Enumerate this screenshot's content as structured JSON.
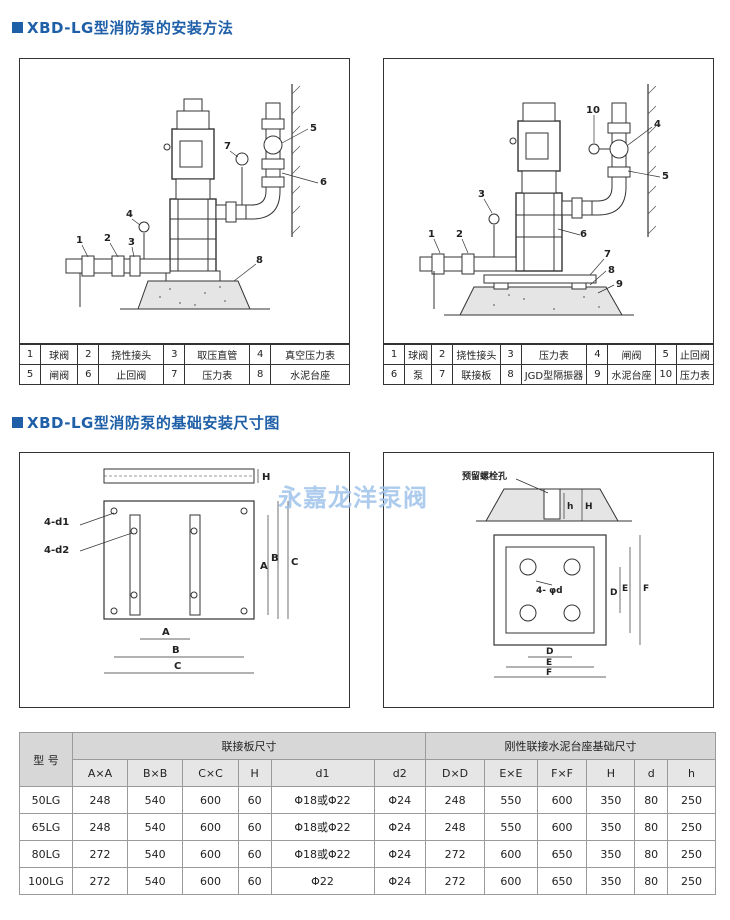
{
  "titles": {
    "install": "XBD-LG型消防泵的安装方法",
    "foundation": "XBD-LG型消防泵的基础安装尺寸图"
  },
  "colors": {
    "accent": "#1e5fa8",
    "watermark": "#9ec3ea",
    "table_header": "#d7d7d7"
  },
  "left_diagram": {
    "callouts": [
      "1",
      "2",
      "3",
      "4",
      "5",
      "6",
      "7",
      "8"
    ],
    "legend": [
      [
        {
          "n": "1",
          "t": "球阀"
        },
        {
          "n": "2",
          "t": "挠性接头"
        },
        {
          "n": "3",
          "t": "取压直管"
        },
        {
          "n": "4",
          "t": "真空压力表"
        }
      ],
      [
        {
          "n": "5",
          "t": "闸阀"
        },
        {
          "n": "6",
          "t": "止回阀"
        },
        {
          "n": "7",
          "t": "压力表"
        },
        {
          "n": "8",
          "t": "水泥台座"
        }
      ]
    ]
  },
  "right_diagram": {
    "callouts": [
      "1",
      "2",
      "3",
      "4",
      "5",
      "6",
      "7",
      "8",
      "9",
      "10"
    ],
    "legend": [
      [
        {
          "n": "1",
          "t": "球阀"
        },
        {
          "n": "2",
          "t": "挠性接头"
        },
        {
          "n": "3",
          "t": "压力表"
        },
        {
          "n": "4",
          "t": "闸阀"
        },
        {
          "n": "5",
          "t": "止回阀"
        }
      ],
      [
        {
          "n": "6",
          "t": "泵"
        },
        {
          "n": "7",
          "t": "联接板"
        },
        {
          "n": "8",
          "t": "JGD型隔振器"
        },
        {
          "n": "9",
          "t": "水泥台座"
        },
        {
          "n": "10",
          "t": "压力表"
        }
      ]
    ]
  },
  "plate_diagram": {
    "labels": {
      "h": "H",
      "d1": "4-d1",
      "d2": "4-d2",
      "a": "A",
      "b": "B",
      "c": "C"
    }
  },
  "base_diagram": {
    "labels": {
      "hole": "预留螺栓孔",
      "h": "h",
      "H": "H",
      "d": "4- φd",
      "D": "D",
      "E": "E",
      "F": "F"
    }
  },
  "watermark": "永嘉龙洋泵阀",
  "table": {
    "model_header": "型 号",
    "group1": "联接板尺寸",
    "group2": "刚性联接水泥台座基础尺寸",
    "columns": [
      "A×A",
      "B×B",
      "C×C",
      "H",
      "d1",
      "d2",
      "D×D",
      "E×E",
      "F×F",
      "H",
      "d",
      "h"
    ],
    "rows": [
      [
        "50LG",
        "248",
        "540",
        "600",
        "60",
        "Φ18或Φ22",
        "Φ24",
        "248",
        "550",
        "600",
        "350",
        "80",
        "250"
      ],
      [
        "65LG",
        "248",
        "540",
        "600",
        "60",
        "Φ18或Φ22",
        "Φ24",
        "248",
        "550",
        "600",
        "350",
        "80",
        "250"
      ],
      [
        "80LG",
        "272",
        "540",
        "600",
        "60",
        "Φ18或Φ22",
        "Φ24",
        "272",
        "600",
        "650",
        "350",
        "80",
        "250"
      ],
      [
        "100LG",
        "272",
        "540",
        "600",
        "60",
        "Φ22",
        "Φ24",
        "272",
        "600",
        "650",
        "350",
        "80",
        "250"
      ]
    ]
  }
}
